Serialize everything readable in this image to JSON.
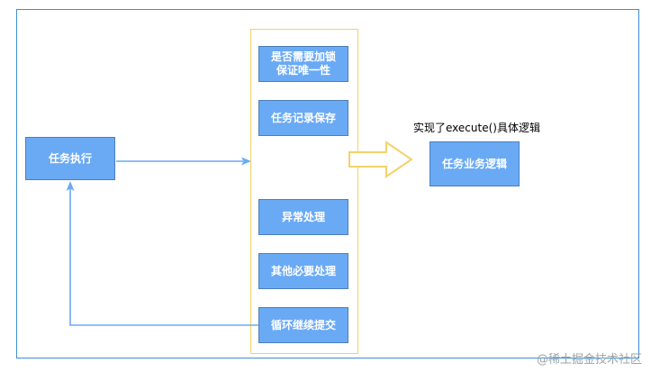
{
  "boxes": {
    "task_execute": "任务执行",
    "lock_check": "是否需要加锁\n保证唯一性",
    "record_save": "任务记录保存",
    "exception": "异常处理",
    "other": "其他必要处理",
    "loop_submit": "循环继续提交",
    "business_logic": "任务业务逻辑"
  },
  "labels": {
    "implement_note": "实现了execute()具体逻辑"
  },
  "watermark": "@稀土掘金技术社区",
  "colors": {
    "box_fill": "#6aaaf5",
    "box_border": "#4d7eb8",
    "frame_border": "#3b8fd6",
    "container_border": "#f2d26a",
    "arrow_blue": "#6aaaf5",
    "arrow_yellow": "#f2d26a"
  }
}
